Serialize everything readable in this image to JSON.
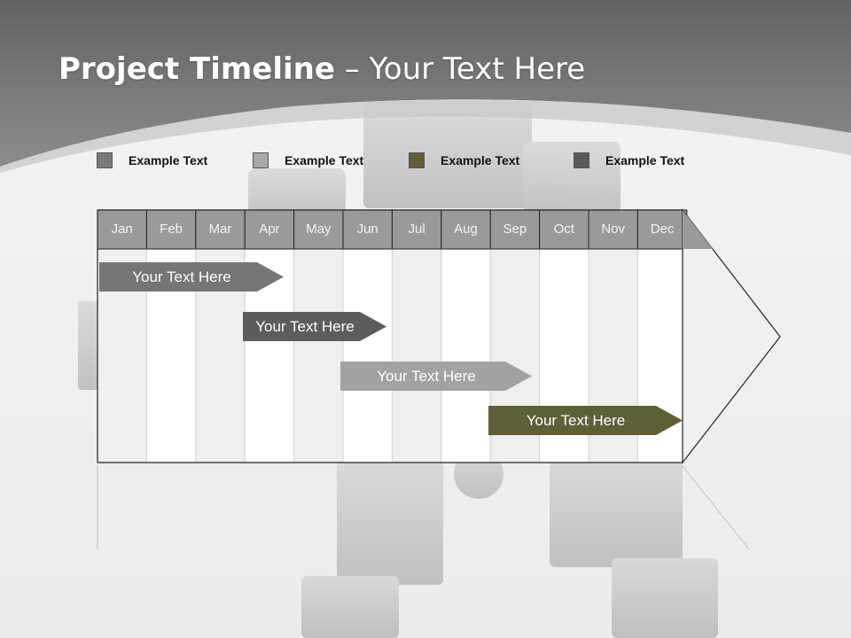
{
  "title": {
    "bold": "Project Timeline",
    "rest": " – Your Text Here"
  },
  "legend": [
    {
      "label": "Example Text",
      "color": "#7a7a7a"
    },
    {
      "label": "Example Text",
      "color": "#a9a9a9"
    },
    {
      "label": "Example Text",
      "color": "#5e5f36"
    },
    {
      "label": "Example Text",
      "color": "#5a5a5a"
    }
  ],
  "months": [
    "Jan",
    "Feb",
    "Mar",
    "Apr",
    "May",
    "Jun",
    "Jul",
    "Aug",
    "Sep",
    "Oct",
    "Nov",
    "Dec"
  ],
  "tasks": [
    {
      "label": "Your  Text Here",
      "color": "#767676",
      "start_month": "Jan",
      "end_month": "Apr"
    },
    {
      "label": "Your  Text Here",
      "color": "#5c5c5c",
      "start_month": "Apr",
      "end_month": "Jun"
    },
    {
      "label": "Your  Text Here",
      "color": "#a2a2a2",
      "start_month": "Jun",
      "end_month": "Sep"
    },
    {
      "label": "Your  Text Here",
      "color": "#5e5f36",
      "start_month": "Aug",
      "end_month": "Dec"
    }
  ],
  "colors": {
    "header_gray": "#9a9a9a",
    "band_dark": "#747474",
    "column_alt": "#efefef"
  }
}
